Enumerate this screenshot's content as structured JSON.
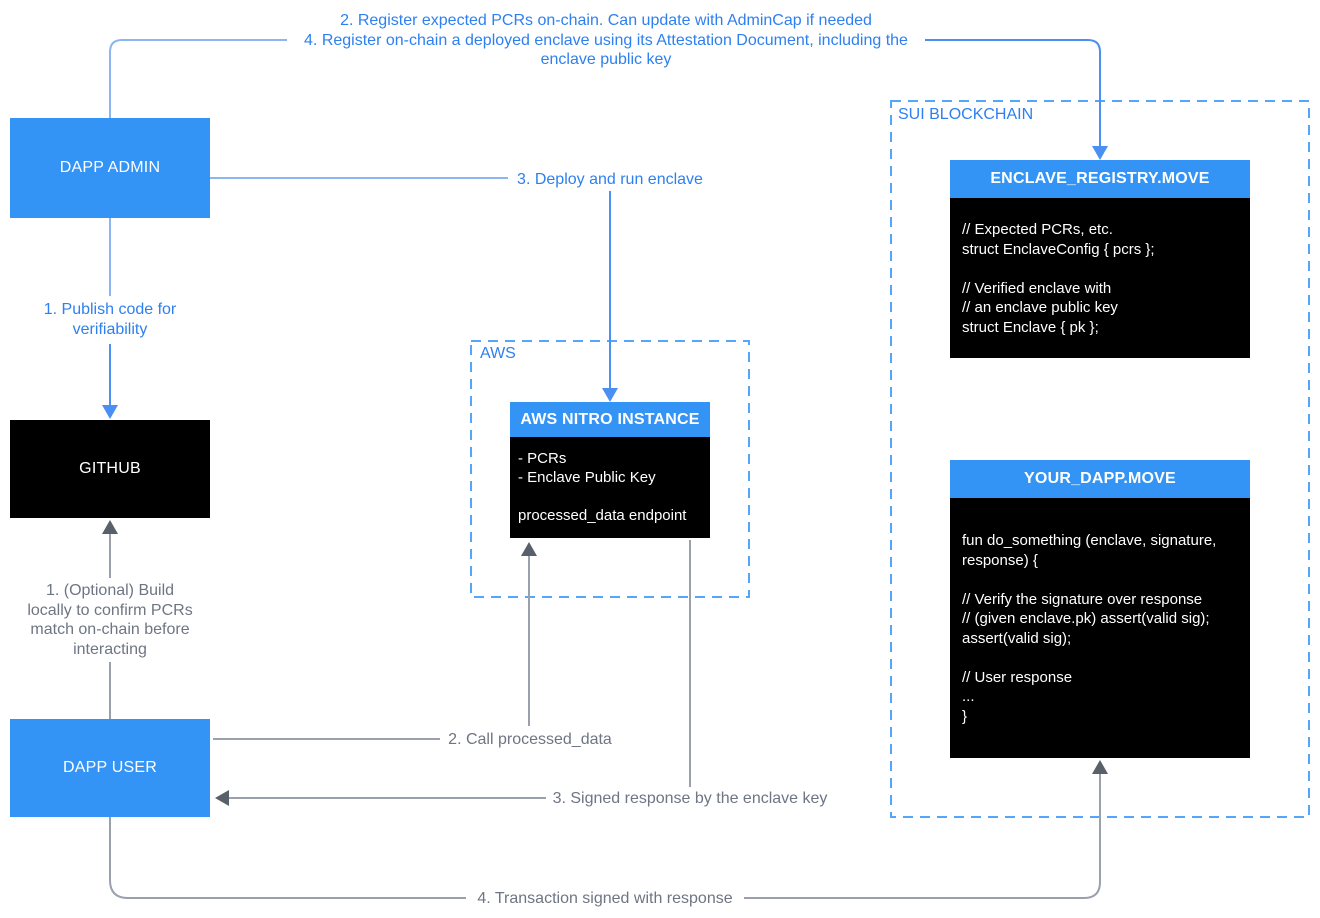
{
  "colors": {
    "node_blue": "#3394f5",
    "black": "#000000",
    "label_blue": "#2e80f0",
    "label_gray": "#6e7583",
    "line_light_blue": "#8ab6f1",
    "line_bright_blue": "#4a90f2",
    "line_gray": "#9aa1ad",
    "arrow_gray": "#596069",
    "dashed_border_blue": "#55a5f8"
  },
  "notes": {
    "admin_flow": {
      "register_line1": "2. Register expected PCRs on-chain. Can update with AdminCap if needed",
      "register_line2": "4. Register on-chain a deployed enclave using its Attestation Document, including the",
      "register_line3": "enclave public key",
      "publish_line1": "1. Publish code for",
      "publish_line2": "verifiability",
      "deploy": "3. Deploy and run enclave"
    },
    "user_flow": {
      "optional_line1": "1. (Optional) Build",
      "optional_line2": "locally to confirm PCRs",
      "optional_line3": "match on-chain before",
      "optional_line4": "interacting",
      "call": "2. Call processed_data",
      "signed_response": "3. Signed response by the enclave key",
      "transaction": "4. Transaction signed with response"
    }
  },
  "nodes": {
    "dapp_admin": {
      "label": "DAPP ADMIN"
    },
    "github": {
      "label": "GITHUB"
    },
    "dapp_user": {
      "label": "DAPP USER"
    },
    "aws": {
      "label": "AWS",
      "nitro": {
        "title": "AWS NITRO INSTANCE",
        "lines": [
          "- PCRs",
          "- Enclave Public Key",
          "",
          "processed_data endpoint"
        ]
      }
    },
    "sui": {
      "label": "SUI BLOCKCHAIN",
      "enclave_registry": {
        "title": "ENCLAVE_REGISTRY.MOVE",
        "lines": [
          "// Expected PCRs, etc.",
          "struct EnclaveConfig { pcrs };",
          "",
          "// Verified enclave with",
          "// an enclave public key",
          "struct Enclave { pk };"
        ]
      },
      "your_dapp": {
        "title": "YOUR_DAPP.MOVE",
        "lines": [
          "fun do_something (enclave, signature,",
          "response) {",
          "",
          "// Verify the signature over response",
          "// (given enclave.pk) assert(valid sig);",
          "assert(valid sig);",
          "",
          "// User response",
          "...",
          "}"
        ]
      }
    }
  }
}
